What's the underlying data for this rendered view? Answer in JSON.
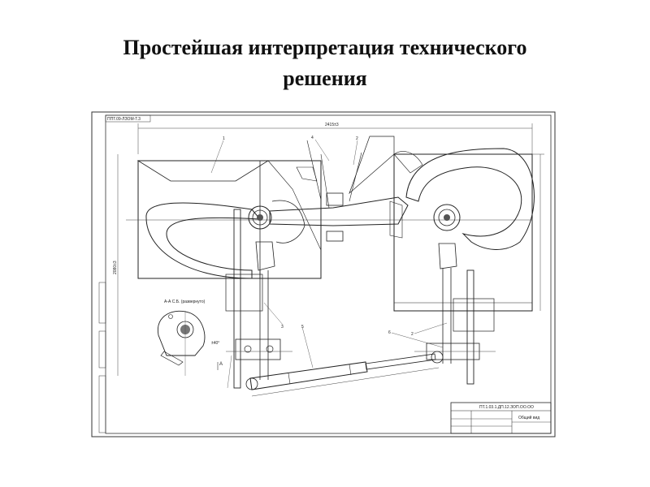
{
  "slide": {
    "title_line1": "Простейшая интерпретация технического",
    "title_line2": "решения"
  },
  "drawing": {
    "stamp_text": "ППТ.09-ЛЗОМ-Т.3",
    "overall_dimension": "2415±3",
    "left_dimension": "2080±3",
    "callouts": [
      "1",
      "4",
      "2",
      "3",
      "5",
      "6",
      "2"
    ],
    "section_label": "А-А    С.Б. (развернуто)",
    "section_mark": "А",
    "tolerance_label": "±40°",
    "title_block_code": "ПТ.1.03.1.ДП.12.ЗОП.ОО.ОО",
    "title_block_name": "Общий вид"
  }
}
